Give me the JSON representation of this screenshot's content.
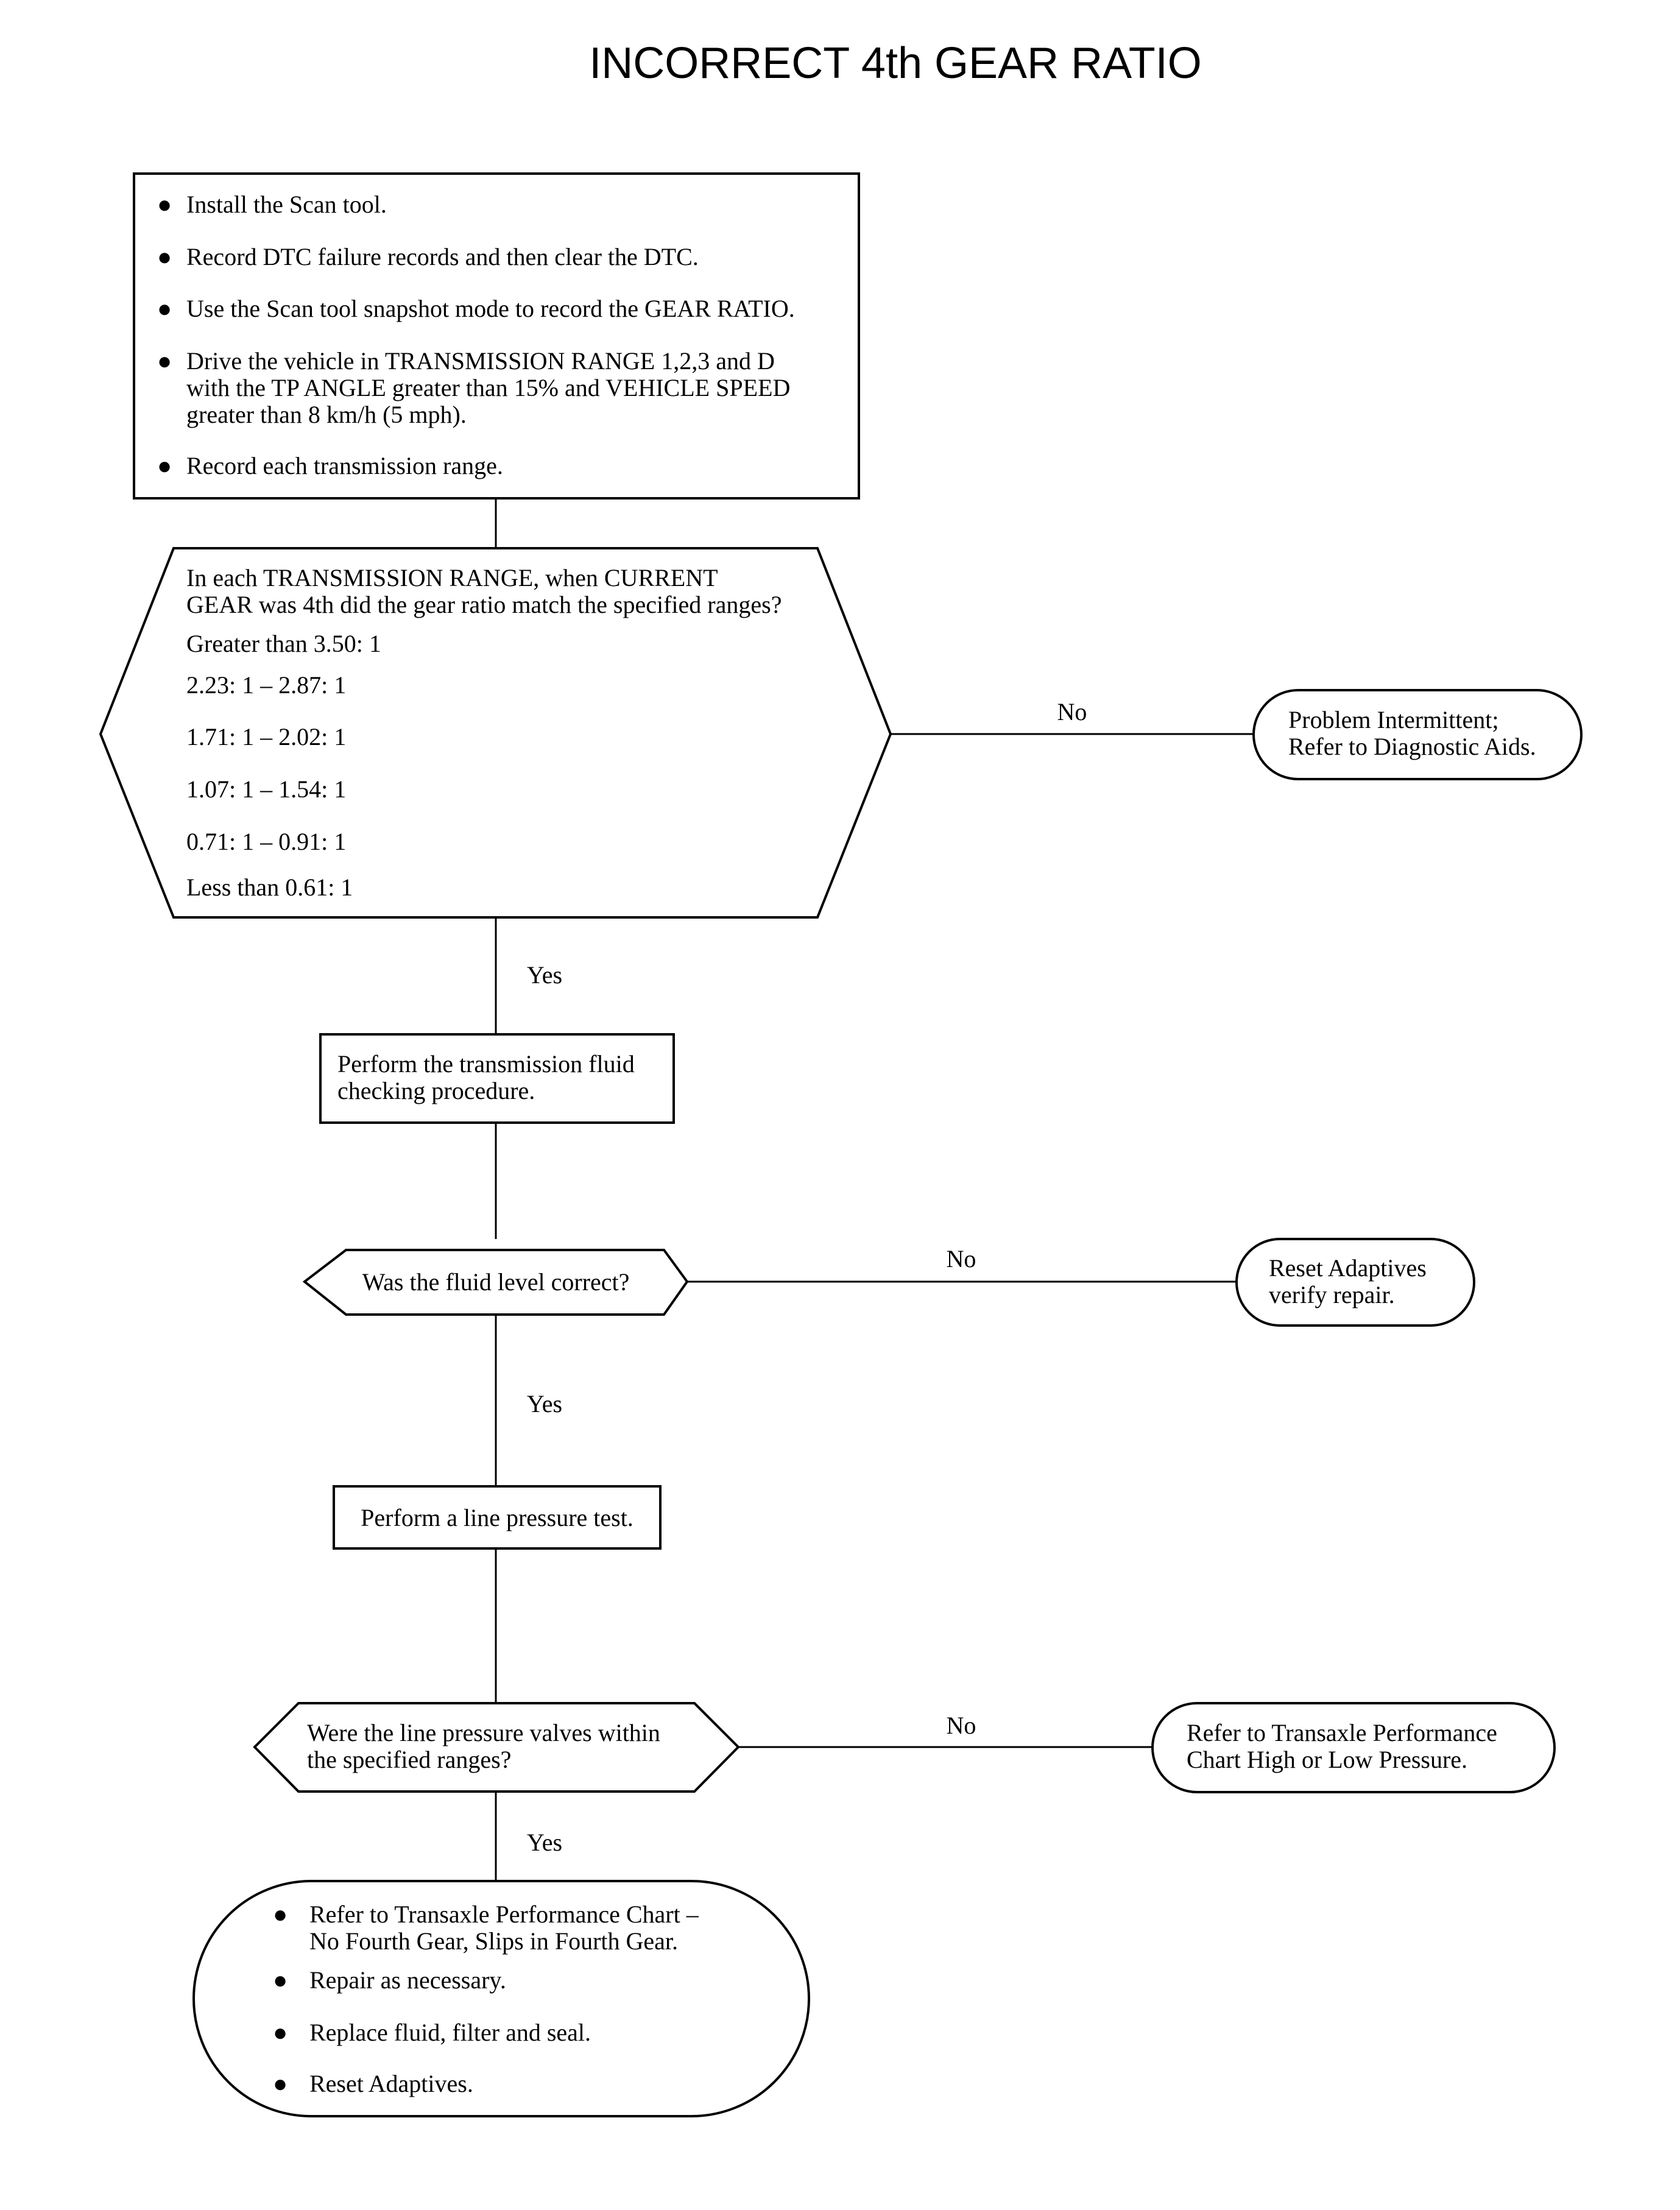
{
  "title": "INCORRECT 4th GEAR RATIO",
  "start_box": {
    "bullets": [
      [
        "Install the Scan tool."
      ],
      [
        "Record DTC failure records and then clear the DTC."
      ],
      [
        "Use the Scan tool snapshot mode to record the GEAR RATIO."
      ],
      [
        "Drive the vehicle in TRANSMISSION RANGE 1,2,3 and D",
        "with the TP ANGLE greater than 15% and VEHICLE SPEED",
        "greater than 8 km/h (5 mph)."
      ],
      [
        "Record each transmission range."
      ]
    ]
  },
  "decision_ratio": {
    "question": [
      "In each TRANSMISSION RANGE, when CURRENT",
      "GEAR was 4th did the gear ratio match the specified ranges?"
    ],
    "ranges": [
      "Greater than 3.50: 1",
      "2.23: 1 – 2.87: 1",
      "1.71: 1 – 2.02: 1",
      "1.07: 1 – 1.54: 1",
      "0.71: 1 – 0.91: 1",
      "Less than 0.61: 1"
    ]
  },
  "terminal_intermittent": [
    "Problem Intermittent;",
    "Refer to Diagnostic Aids."
  ],
  "box_fluid_check": [
    "Perform the transmission fluid",
    "checking procedure."
  ],
  "decision_fluid": "Was the fluid level correct?",
  "terminal_reset": [
    "Reset Adaptives",
    "verify repair."
  ],
  "box_line_pressure": "Perform a line pressure test.",
  "decision_pressure": [
    "Were the line pressure valves within",
    "the specified ranges?"
  ],
  "terminal_performance": [
    "Refer to Transaxle Performance",
    "Chart High or Low Pressure."
  ],
  "final_terminal": {
    "bullets": [
      [
        "Refer to Transaxle Performance Chart –",
        "No Fourth Gear, Slips in Fourth Gear."
      ],
      [
        "Repair as necessary."
      ],
      [
        "Replace fluid, filter and seal."
      ],
      [
        "Reset Adaptives."
      ]
    ]
  },
  "labels": {
    "yes": "Yes",
    "no": "No",
    "bullet": "●"
  }
}
